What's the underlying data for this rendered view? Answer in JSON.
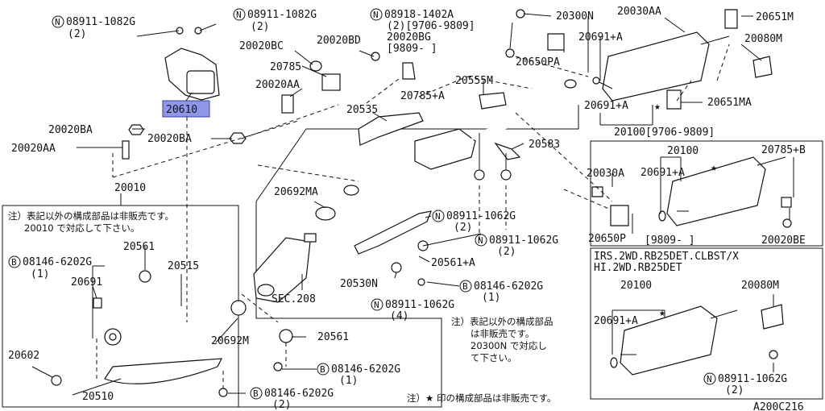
{
  "labels": {
    "n_08911_1082g_a": "08911-1082G",
    "n_08911_1082g_a_qty": "(2)",
    "n_08911_1082g_b": "08911-1082G",
    "n_08911_1082g_b_qty": "(2)",
    "n_08918_1402a": "08918-1402A",
    "n_08918_1402a_note": "(2)[9706-9809]",
    "p_20020bg": "20020BG",
    "p_20020bg_note": "[9809-    ]",
    "p_20300n_top": "20300N",
    "p_20030aa": "20030AA",
    "p_20651m": "20651M",
    "p_20080m_top": "20080M",
    "p_20691a_top": "20691+A",
    "p_20650pa": "20650PA",
    "p_20020bc": "20020BC",
    "p_20020bd": "20020BD",
    "p_20785": "20785",
    "p_20785a": "20785+A",
    "p_20020aa_mid": "20020AA",
    "p_20610": "20610",
    "p_20555m": "20555M",
    "p_20691a_mid": "20691+A",
    "p_20651ma": "20651MA",
    "p_20100_range": "20100[9706-9809]",
    "p_20535": "20535",
    "p_20020ba_l": "20020BA",
    "p_20020ba_r": "20020BA",
    "p_20020aa_l": "20020AA",
    "p_20583": "20583",
    "p_20010": "20010",
    "p_20030a": "20030A",
    "p_20100_box": "20100",
    "p_20785b": "20785+B",
    "p_20691a_box": "20691+A",
    "p_20692ma": "20692MA",
    "n_08911_1062g_a": "08911-1062G",
    "n_08911_1062g_a_qty": "(2)",
    "n_08911_1062g_b": "08911-1062G",
    "n_08911_1062g_b_qty": "(2)",
    "p_20650p": "20650P",
    "box_range": "[9809-    ]",
    "p_20020be": "20020BE",
    "note_20010_l1": "注）表記以外の構成部品は非販売です。",
    "note_20010_l2": "20010 で対応して下さい。",
    "p_20561_a": "20561",
    "b_08146_6202g_a": "08146-6202G",
    "b_08146_6202g_a_qty": "(1)",
    "p_20515": "20515",
    "p_20691": "20691",
    "p_20561a": "20561+A",
    "p_20530n": "20530N",
    "b_08146_6202g_b": "08146-6202G",
    "b_08146_6202g_b_qty": "(1)",
    "sec_208": "SEC.208",
    "n_08911_1062g_c": "08911-1062G",
    "n_08911_1062g_c_qty": "(4)",
    "note_20300n_l1": "注）表記以外の構成部品",
    "note_20300n_l2": "は非販売です。",
    "note_20300n_l3": "20300N で対応し",
    "note_20300n_l4": "て下さい。",
    "p_20692m": "20692M",
    "p_20561_b": "20561",
    "p_20602": "20602",
    "b_08146_6202g_c": "08146-6202G",
    "b_08146_6202g_c_qty": "(1)",
    "p_20510": "20510",
    "b_08146_6202g_d": "08146-6202G",
    "b_08146_6202g_d_qty": "(2)",
    "footnote": "注）★ 印の構成部品は非販売です。",
    "variant_l1": "IRS.2WD.RB25DET.CLBST/X",
    "variant_l2": "HI.2WD.RB25DET",
    "p_20100_var": "20100",
    "p_20080m_var": "20080M",
    "p_20691a_var": "20691+A",
    "n_08911_1062g_d": "08911-1062G",
    "n_08911_1062g_d_qty": "(2)",
    "diagram_id": "A200C216"
  },
  "prefix_n": "N",
  "prefix_b": "B",
  "star": "★",
  "highlight_color": "#8f96e6"
}
